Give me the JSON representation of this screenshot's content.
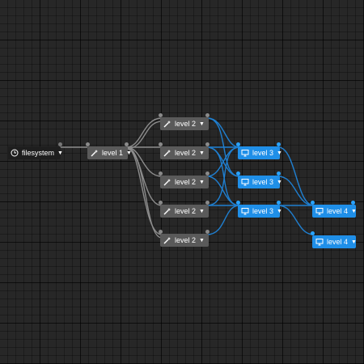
{
  "colors": {
    "background": "#272727",
    "gray_link": "#8c8c8c",
    "blue_link": "#1f7fd0",
    "blue_node": "#1f8fe8",
    "gray_node": "#5a5a5a"
  },
  "nodes": {
    "root": {
      "label": "filesystem",
      "icon": "clock-icon"
    },
    "level1": {
      "label": "level 1",
      "icon": "wand-icon"
    },
    "level2": [
      {
        "label": "level 2",
        "icon": "wand-icon"
      },
      {
        "label": "level 2",
        "icon": "wand-icon"
      },
      {
        "label": "level 2",
        "icon": "wand-icon"
      },
      {
        "label": "level 2",
        "icon": "wand-icon"
      },
      {
        "label": "level 2",
        "icon": "wand-icon"
      }
    ],
    "level3": [
      {
        "label": "level 3",
        "icon": "monitor-icon"
      },
      {
        "label": "level 3",
        "icon": "monitor-icon"
      },
      {
        "label": "level 3",
        "icon": "monitor-icon"
      }
    ],
    "level4": [
      {
        "label": "level 4",
        "icon": "monitor-icon"
      },
      {
        "label": "level 4",
        "icon": "monitor-icon"
      }
    ]
  }
}
